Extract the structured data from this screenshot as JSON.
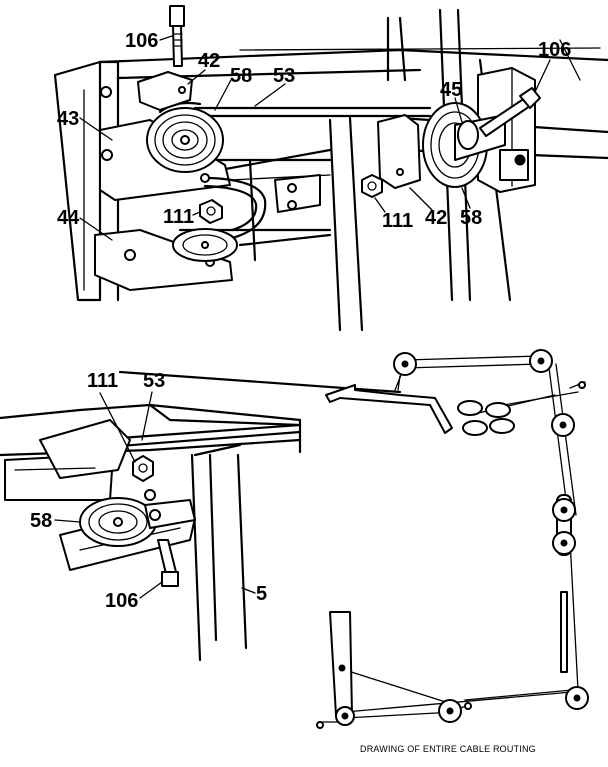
{
  "labels": {
    "top": {
      "bolt_left": "106",
      "bracket_left": "42",
      "pulley_left": "58",
      "cable": "53",
      "bolt_right": "106",
      "pulley_right_mount": "45",
      "plate_upper": "43",
      "plate_lower": "44",
      "nut_left": "111",
      "nut_right": "111",
      "bracket_right": "42",
      "pulley_right": "58"
    },
    "bottom_left": {
      "nut": "111",
      "cable": "53",
      "pulley": "58",
      "bolt": "106",
      "frame": "5"
    }
  },
  "caption": "DRAWING OF ENTIRE CABLE ROUTING",
  "colors": {
    "ink": "#000000",
    "paper": "#ffffff"
  }
}
